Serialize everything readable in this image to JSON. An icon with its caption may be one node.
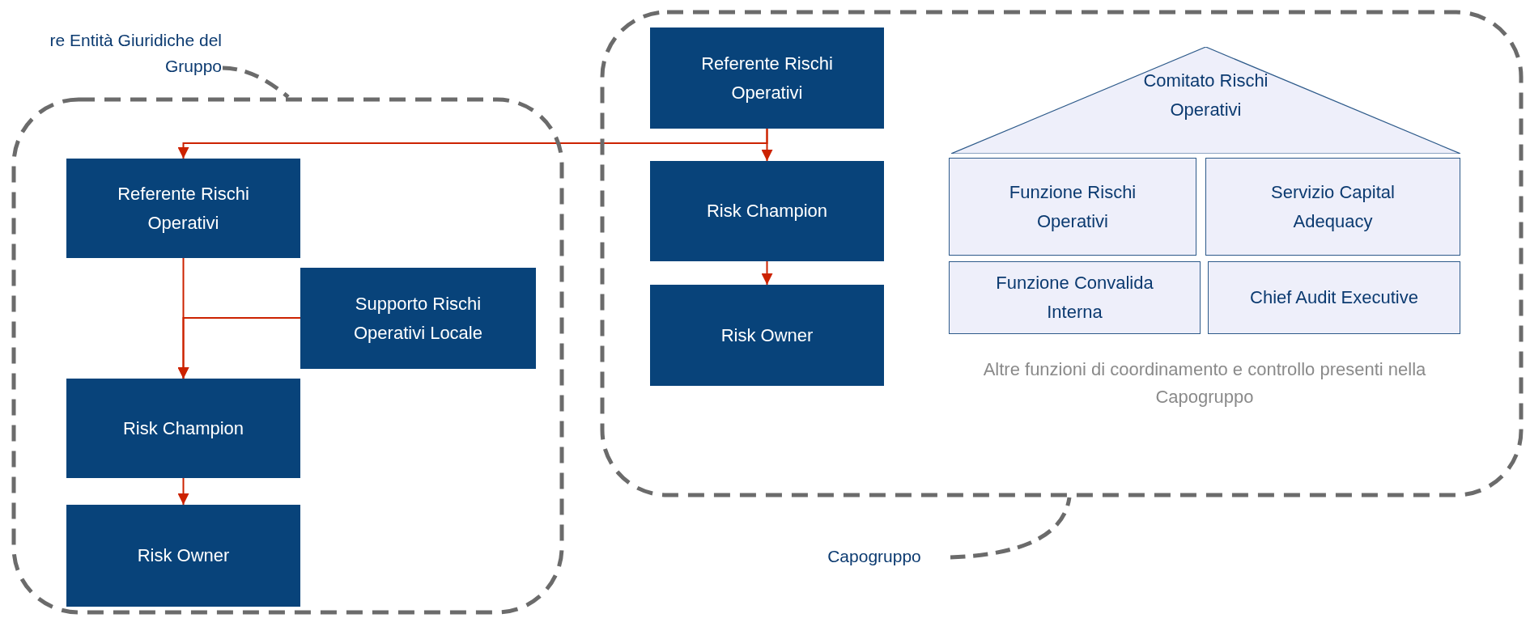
{
  "diagram": {
    "nodes": [
      {
        "text": [],
        "shape": "box"
      },
      {
        "text": [
          "re Entità Giuridiche del Gruppo"
        ]
      },
      {
        "text": [
          "Referente Rischi Operativi"
        ],
        "in": 0
      },
      {
        "text": [
          "Supporto Rischi Operativi Locale"
        ],
        "in": 0
      },
      {
        "text": [
          "Risk Champion"
        ],
        "in": 0
      },
      {
        "text": [
          "Risk Owner"
        ],
        "in": 0
      },
      {
        "text": [],
        "shape": "box"
      },
      {
        "text": [
          "Referente Rischi Operativi"
        ],
        "in": 6
      },
      {
        "text": [
          "Risk Champion"
        ],
        "in": 6
      },
      {
        "text": [
          "Risk Owner"
        ],
        "in": 6
      },
      {
        "text": [
          "Comitato Rischi Operativi"
        ],
        "in": 6
      },
      {
        "text": [
          "Funzione Rischi Operativi"
        ],
        "in": 6
      },
      {
        "text": [
          "Servizio Capital Adequacy"
        ],
        "in": 6
      },
      {
        "text": [
          "Funzione Convalida Interna"
        ],
        "in": 6
      },
      {
        "text": [
          "Chief Audit Executive"
        ],
        "in": 6
      },
      {
        "text": [
          "Capogruppo"
        ]
      }
    ],
    "edges": [
      {
        "from": 7,
        "to": 2,
        "arrow": "to"
      },
      {
        "from": 7,
        "to": 8,
        "arrow": "to"
      },
      {
        "from": 8,
        "to": 9,
        "arrow": "to"
      },
      {
        "from": 2,
        "to": 4,
        "arrow": "to"
      },
      {
        "from": 3,
        "to": 4,
        "arrow": "to"
      },
      {
        "from": 4,
        "to": 5,
        "arrow": "to"
      },
      {
        "from": 1,
        "to": 0,
        "arrow": "none",
        "style": "dashed",
        "color": "#6b6b6b"
      },
      {
        "from": 15,
        "to": 6,
        "arrow": "none",
        "style": "dashed",
        "color": "#6b6b6b"
      }
    ],
    "labels": [
      "Altre funzioni di coordinamento e controllo presenti nella Capogruppo"
    ]
  }
}
